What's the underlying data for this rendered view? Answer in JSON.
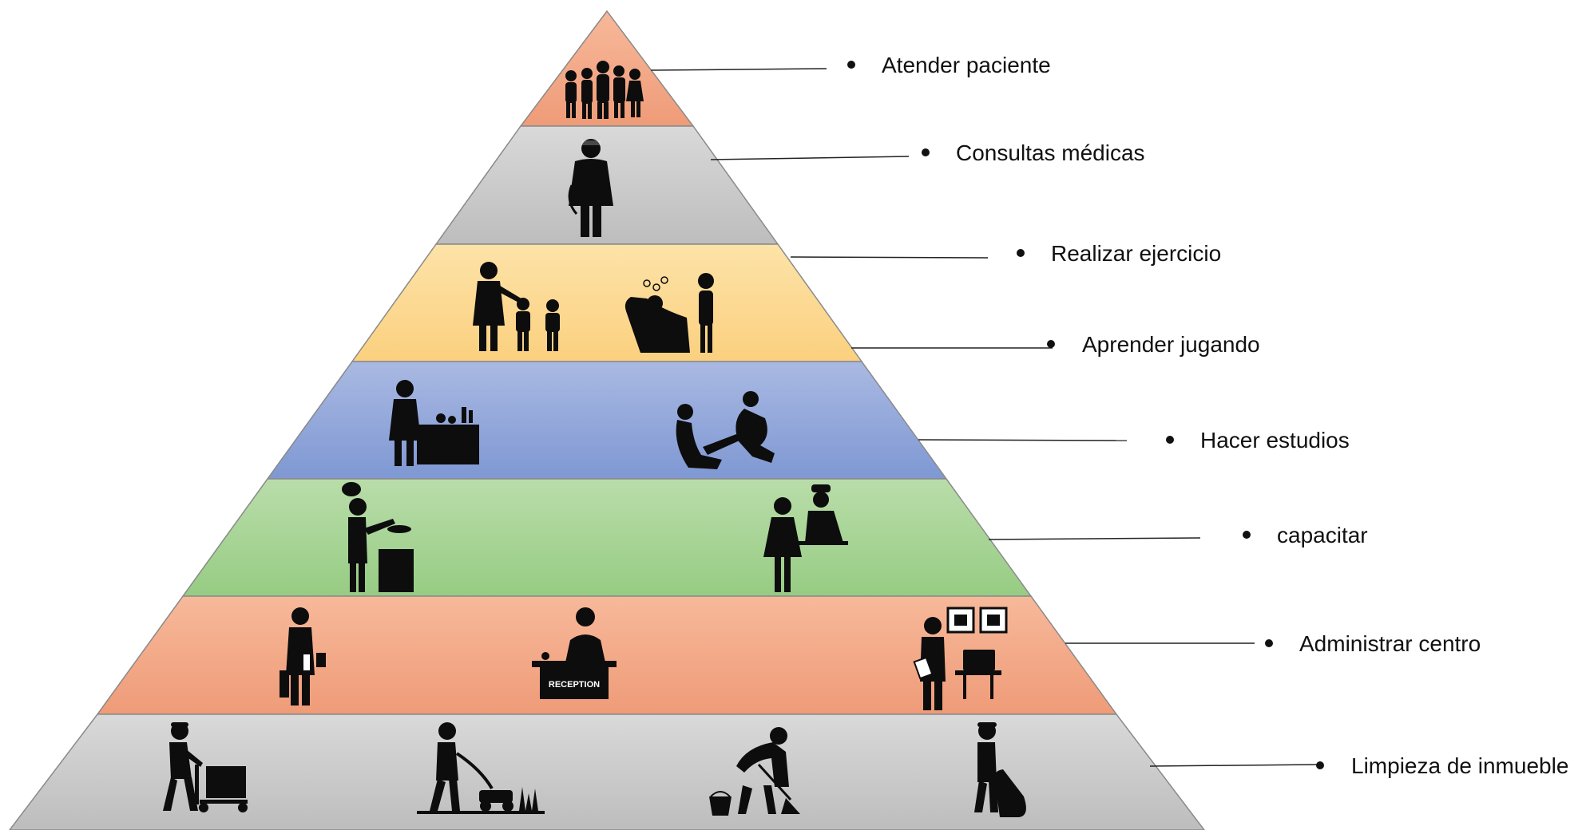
{
  "pyramid": {
    "levels": [
      {
        "label": "Atender paciente",
        "color": "#f4a582",
        "icons": [
          "group-of-children-icon"
        ]
      },
      {
        "label": "Consultas médicas",
        "color": "#c9c9c9",
        "icons": [
          "doctor-icon"
        ]
      },
      {
        "label": "Realizar ejercicio",
        "color": "#fcd791",
        "icons": [
          "caregiver-with-children-icon",
          "therapy-session-icon"
        ]
      },
      {
        "label": "Aprender  jugando",
        "color": "#8ea6d8",
        "icons": [
          "teacher-at-desk-icon",
          "exercise-partners-icon"
        ]
      },
      {
        "label": "Hacer estudios",
        "color": "#a6d494",
        "icons": [
          "chef-icon",
          "nurse-attending-icon"
        ]
      },
      {
        "label": "capacitar",
        "color": "#f4a582",
        "icons": [
          "businessman-icon",
          "receptionist-icon",
          "administrator-icon"
        ]
      },
      {
        "label": "Administrar centro",
        "color": "#c9c9c9",
        "icons": [
          "cart-worker-icon",
          "lawn-mower-worker-icon",
          "mopping-worker-icon",
          "trash-collector-icon"
        ]
      },
      {
        "label": "Limpieza  de inmueble",
        "color": "#c9c9c9",
        "icons": []
      }
    ],
    "reception_sign": "RECEPTION"
  }
}
